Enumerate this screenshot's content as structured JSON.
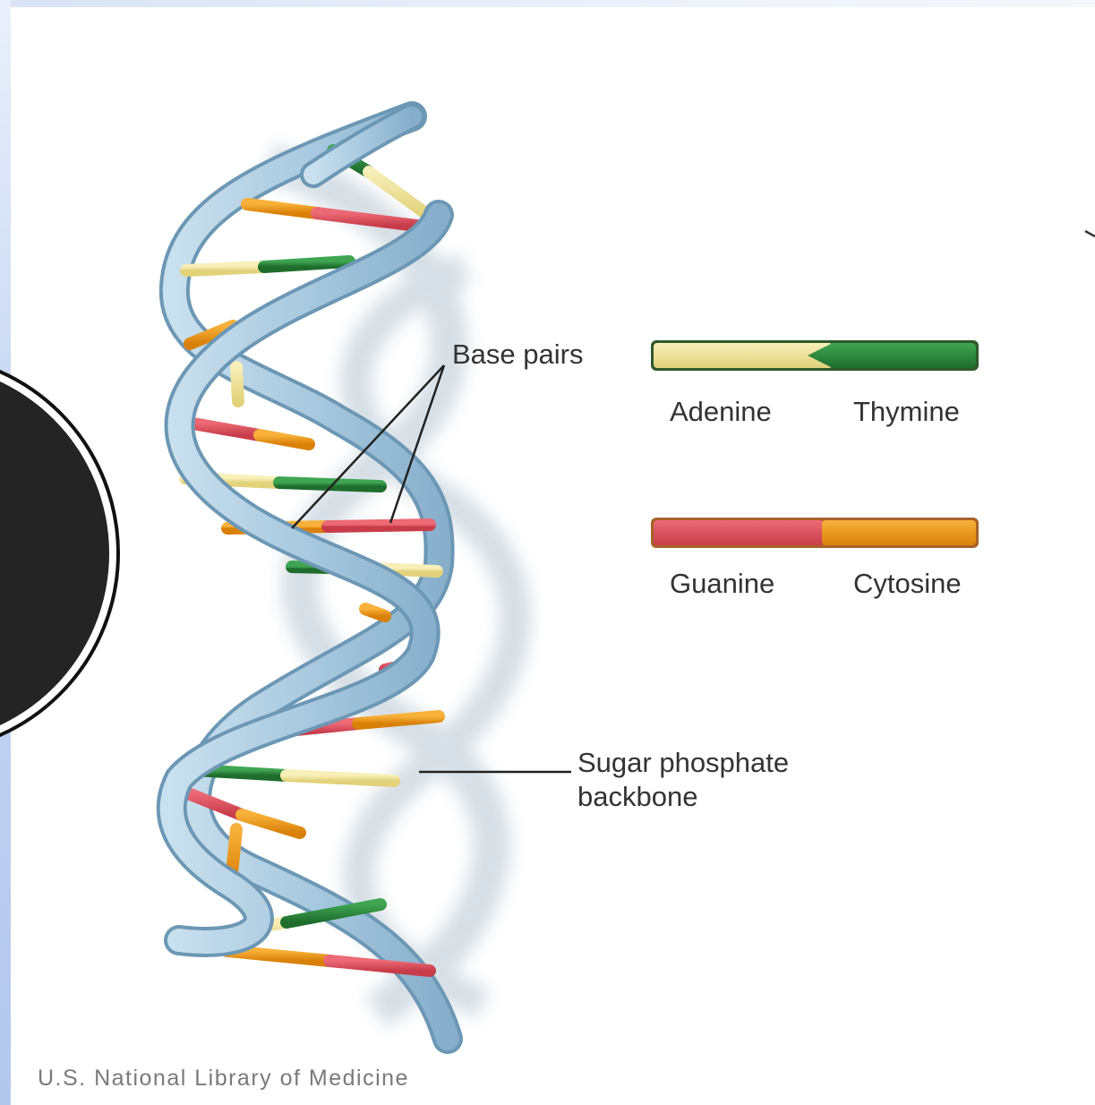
{
  "labels": {
    "base_pairs": "Base pairs",
    "backbone_line1": "Sugar phosphate",
    "backbone_line2": "backbone",
    "credit": "U.S. National Library of Medicine"
  },
  "legend": [
    {
      "left": "Adenine",
      "right": "Thymine",
      "left_color": "#f2e6a0",
      "right_color": "#2e8c3f"
    },
    {
      "left": "Guanine",
      "right": "Cytosine",
      "left_color": "#e0525f",
      "right_color": "#f09a1a"
    }
  ],
  "colors": {
    "ribbon": "#a9c9de",
    "ribbon_edge": "#5f8fae",
    "adenine": "#f2e6a0",
    "thymine": "#2e8c3f",
    "guanine": "#e0525f",
    "cytosine": "#f09a1a",
    "overlay_circle": "#242424"
  }
}
